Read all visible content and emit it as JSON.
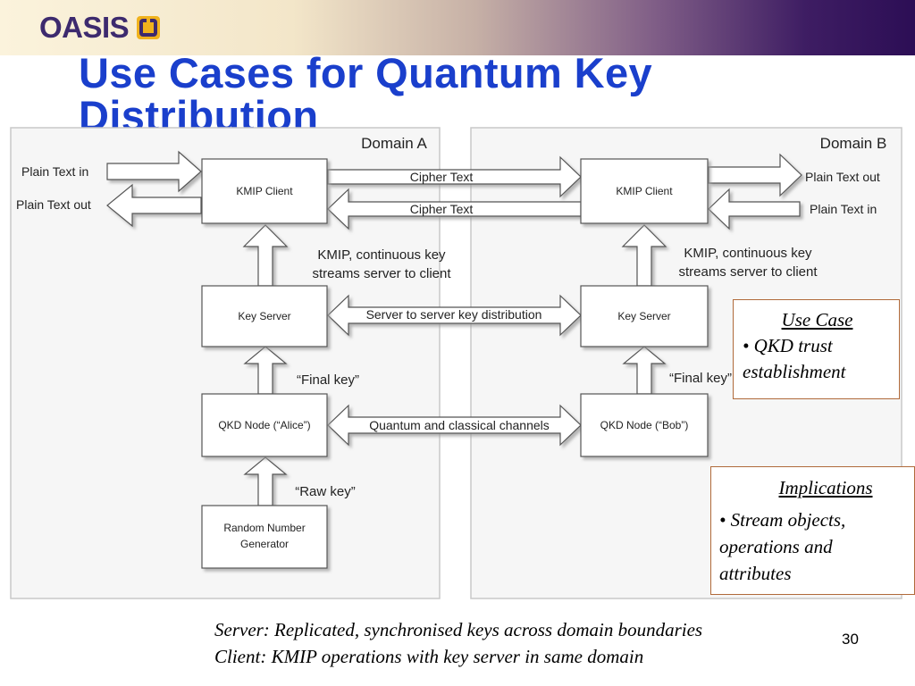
{
  "header": {
    "logo_text": "OASIS",
    "logo_mark_icon": "oasis-mark-icon",
    "title_line1": "Use Cases for Quantum Key",
    "title_line2": "Distribution"
  },
  "diagram": {
    "domain_a": "Domain A",
    "domain_b": "Domain B",
    "nodes_a": {
      "kmip_client": "KMIP Client",
      "key_server": "Key Server",
      "qkd_node": "QKD Node (“Alice”)",
      "rng_line1": "Random Number",
      "rng_line2": "Generator"
    },
    "nodes_b": {
      "kmip_client": "KMIP Client",
      "key_server": "Key Server",
      "qkd_node": "QKD Node (“Bob”)"
    },
    "labels": {
      "plain_text_in_a": "Plain Text in",
      "plain_text_out_a": "Plain Text out",
      "plain_text_out_b": "Plain Text out",
      "plain_text_in_b": "Plain Text in",
      "cipher_text_1": "Cipher Text",
      "cipher_text_2": "Cipher Text",
      "kmip_stream_a_line1": "KMIP, continuous key",
      "kmip_stream_a_line2": "streams server to client",
      "kmip_stream_b_line1": "KMIP, continuous key",
      "kmip_stream_b_line2": "streams server to client",
      "server_to_server": "Server to server key distribution",
      "final_key_a": "“Final key”",
      "final_key_b": "“Final key”",
      "quantum_channels": "Quantum and classical channels",
      "raw_key": "“Raw key”"
    }
  },
  "callouts": {
    "use_case_title": "Use Case",
    "use_case_item": "• QKD trust establishment",
    "implications_title": "Implications",
    "implications_item": "• Stream objects, operations and attributes"
  },
  "footer": {
    "line1": "Server: Replicated, synchronised keys across domain boundaries",
    "line2": "Client: KMIP operations with key server in same domain",
    "page_number": "30"
  }
}
